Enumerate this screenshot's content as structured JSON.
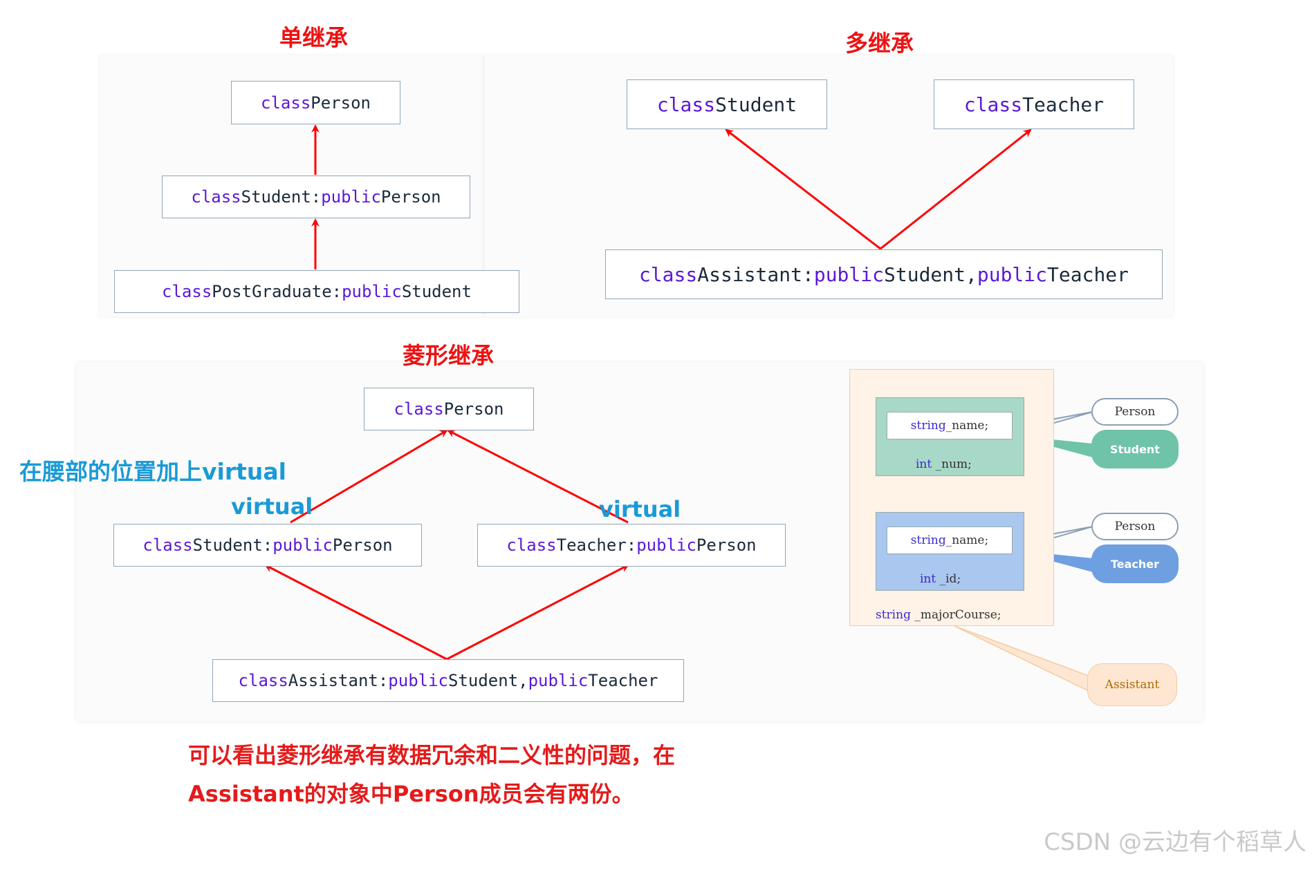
{
  "headings": {
    "single": "单继承",
    "multiple": "多继承",
    "diamond": "菱形继承"
  },
  "single": {
    "person": {
      "kw": "class",
      "rest": " Person"
    },
    "student": {
      "kw": "class",
      "mid": " Student:",
      "kw2": "public",
      "rest": " Person"
    },
    "postgrad": {
      "kw": "class",
      "mid": " PostGraduate:",
      "kw2": "public",
      "rest": " Student"
    }
  },
  "multiple": {
    "student": {
      "kw": "class",
      "rest": " Student"
    },
    "teacher": {
      "kw": "class",
      "rest": " Teacher"
    },
    "assistant": {
      "kw": "class",
      "mid": " Assistant:",
      "kw2": "public",
      "mid2": " Student,",
      "kw3": "public",
      "rest": " Teacher"
    }
  },
  "diamond": {
    "person": {
      "kw": "class",
      "rest": " Person"
    },
    "student": {
      "kw": "class",
      "mid": " Student:",
      "kw2": "public",
      "rest": " Person"
    },
    "teacher": {
      "kw": "class",
      "mid": " Teacher:",
      "kw2": "public",
      "rest": " Person"
    },
    "assistant": {
      "kw": "class",
      "mid": " Assistant:",
      "kw2": "public",
      "mid2": " Student,",
      "kw3": "public",
      "rest": " Teacher"
    },
    "virtual_left": "virtual",
    "virtual_right": "virtual",
    "waist_note": "在腰部的位置加上virtual"
  },
  "memory": {
    "student_block": {
      "name_field": {
        "t": "string",
        "v": " _name;"
      },
      "num": {
        "t": "int",
        "v": " _num;"
      }
    },
    "teacher_block": {
      "name_field": {
        "t": "string",
        "v": " _name;"
      },
      "id": {
        "t": "int",
        "v": " _id;"
      }
    },
    "major": {
      "t": "string",
      "v": " _majorCourse;"
    },
    "callouts": {
      "person1": "Person",
      "student": "Student",
      "person2": "Person",
      "teacher": "Teacher",
      "assistant": "Assistant"
    },
    "colors": {
      "student_fill": "#a8d8c8",
      "teacher_fill": "#a9c7ef",
      "outer_fill": "#fff2e6",
      "outer_border": "#f7c9a0"
    }
  },
  "conclusion": {
    "line1": "可以看出菱形继承有数据冗余和二义性的问题，在",
    "line2": "Assistant的对象中Person成员会有两份。"
  },
  "watermark": "CSDN @云边有个稻草人",
  "colors": {
    "arrow": "#ff0000",
    "keyword": "#5b18d8",
    "heading": "#ee1111",
    "note": "#1a9ad6"
  }
}
